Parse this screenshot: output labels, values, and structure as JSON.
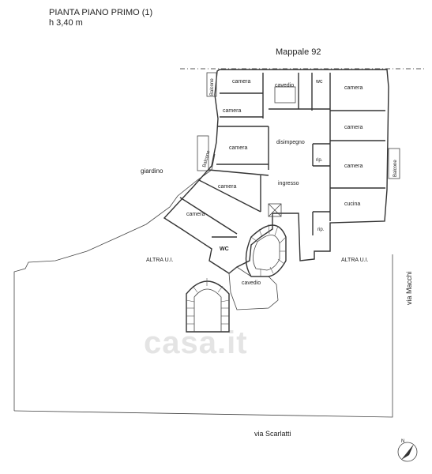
{
  "header": {
    "title": "PIANTA PIANO PRIMO (1)",
    "height": "h 3,40 m"
  },
  "labels": {
    "mappale": "Mappale 92",
    "giardino": "giardino",
    "balcone_left_top": "Balcone",
    "balcone_left_mid": "Balcone",
    "balcone_right": "Balcone",
    "camera_1": "camera",
    "camera_2": "camera",
    "camera_3": "camera",
    "camera_4": "camera",
    "camera_5": "camera",
    "camera_6": "camera",
    "camera_7": "camera",
    "camera_8": "camera",
    "cavedio_top": "cavedio",
    "cavedio_bottom": "cavedio",
    "wc_top": "wc",
    "wc_bottom": "WC",
    "disimpegno": "disimpegno",
    "ingresso": "ingresso",
    "rip_1": "rip.",
    "rip_2": "rip.",
    "cucina": "cucina",
    "altra_left": "ALTRA U.I.",
    "altra_right": "ALTRA U.I.",
    "via_macchi": "via Macchi",
    "via_scarlatti": "via Scarlatti"
  },
  "watermark": "casa.it",
  "compass_letter": "N"
}
